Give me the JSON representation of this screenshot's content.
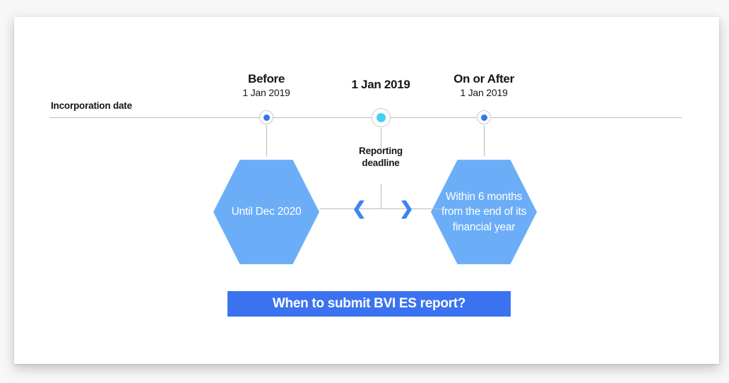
{
  "card": {
    "background": "#ffffff"
  },
  "colors": {
    "hexagon_fill": "#6cadf8",
    "banner_blue": "#3b72f0",
    "marker_blue": "#2f77ed",
    "marker_cyan": "#3fd2f5",
    "arrow_blue": "#3b82f6",
    "axis_gray": "#b9bbbe",
    "text_dark": "#15161a"
  },
  "timeline": {
    "axis_caption": "Incorporation date",
    "markers": [
      {
        "id": "before",
        "title": "Before",
        "subtitle": "1 Jan 2019",
        "dot_color": "#2f77ed",
        "size": "small"
      },
      {
        "id": "center",
        "title": "1 Jan 2019",
        "subtitle": "",
        "dot_color": "#3fd2f5",
        "size": "large"
      },
      {
        "id": "on-or-after",
        "title": "On or After",
        "subtitle": "1 Jan 2019",
        "dot_color": "#2f77ed",
        "size": "small"
      }
    ]
  },
  "reporting_deadline": {
    "label_line1": "Reporting",
    "label_line2": "deadline"
  },
  "hexagons": [
    {
      "id": "left",
      "text": "Until Dec 2020"
    },
    {
      "id": "right",
      "text": "Within 6 months\nfrom the end of its\nfinancial year"
    }
  ],
  "arrows": {
    "left_chevron": "❮",
    "right_chevron": "❯"
  },
  "banner": {
    "text": "When to submit BVI ES report?"
  }
}
